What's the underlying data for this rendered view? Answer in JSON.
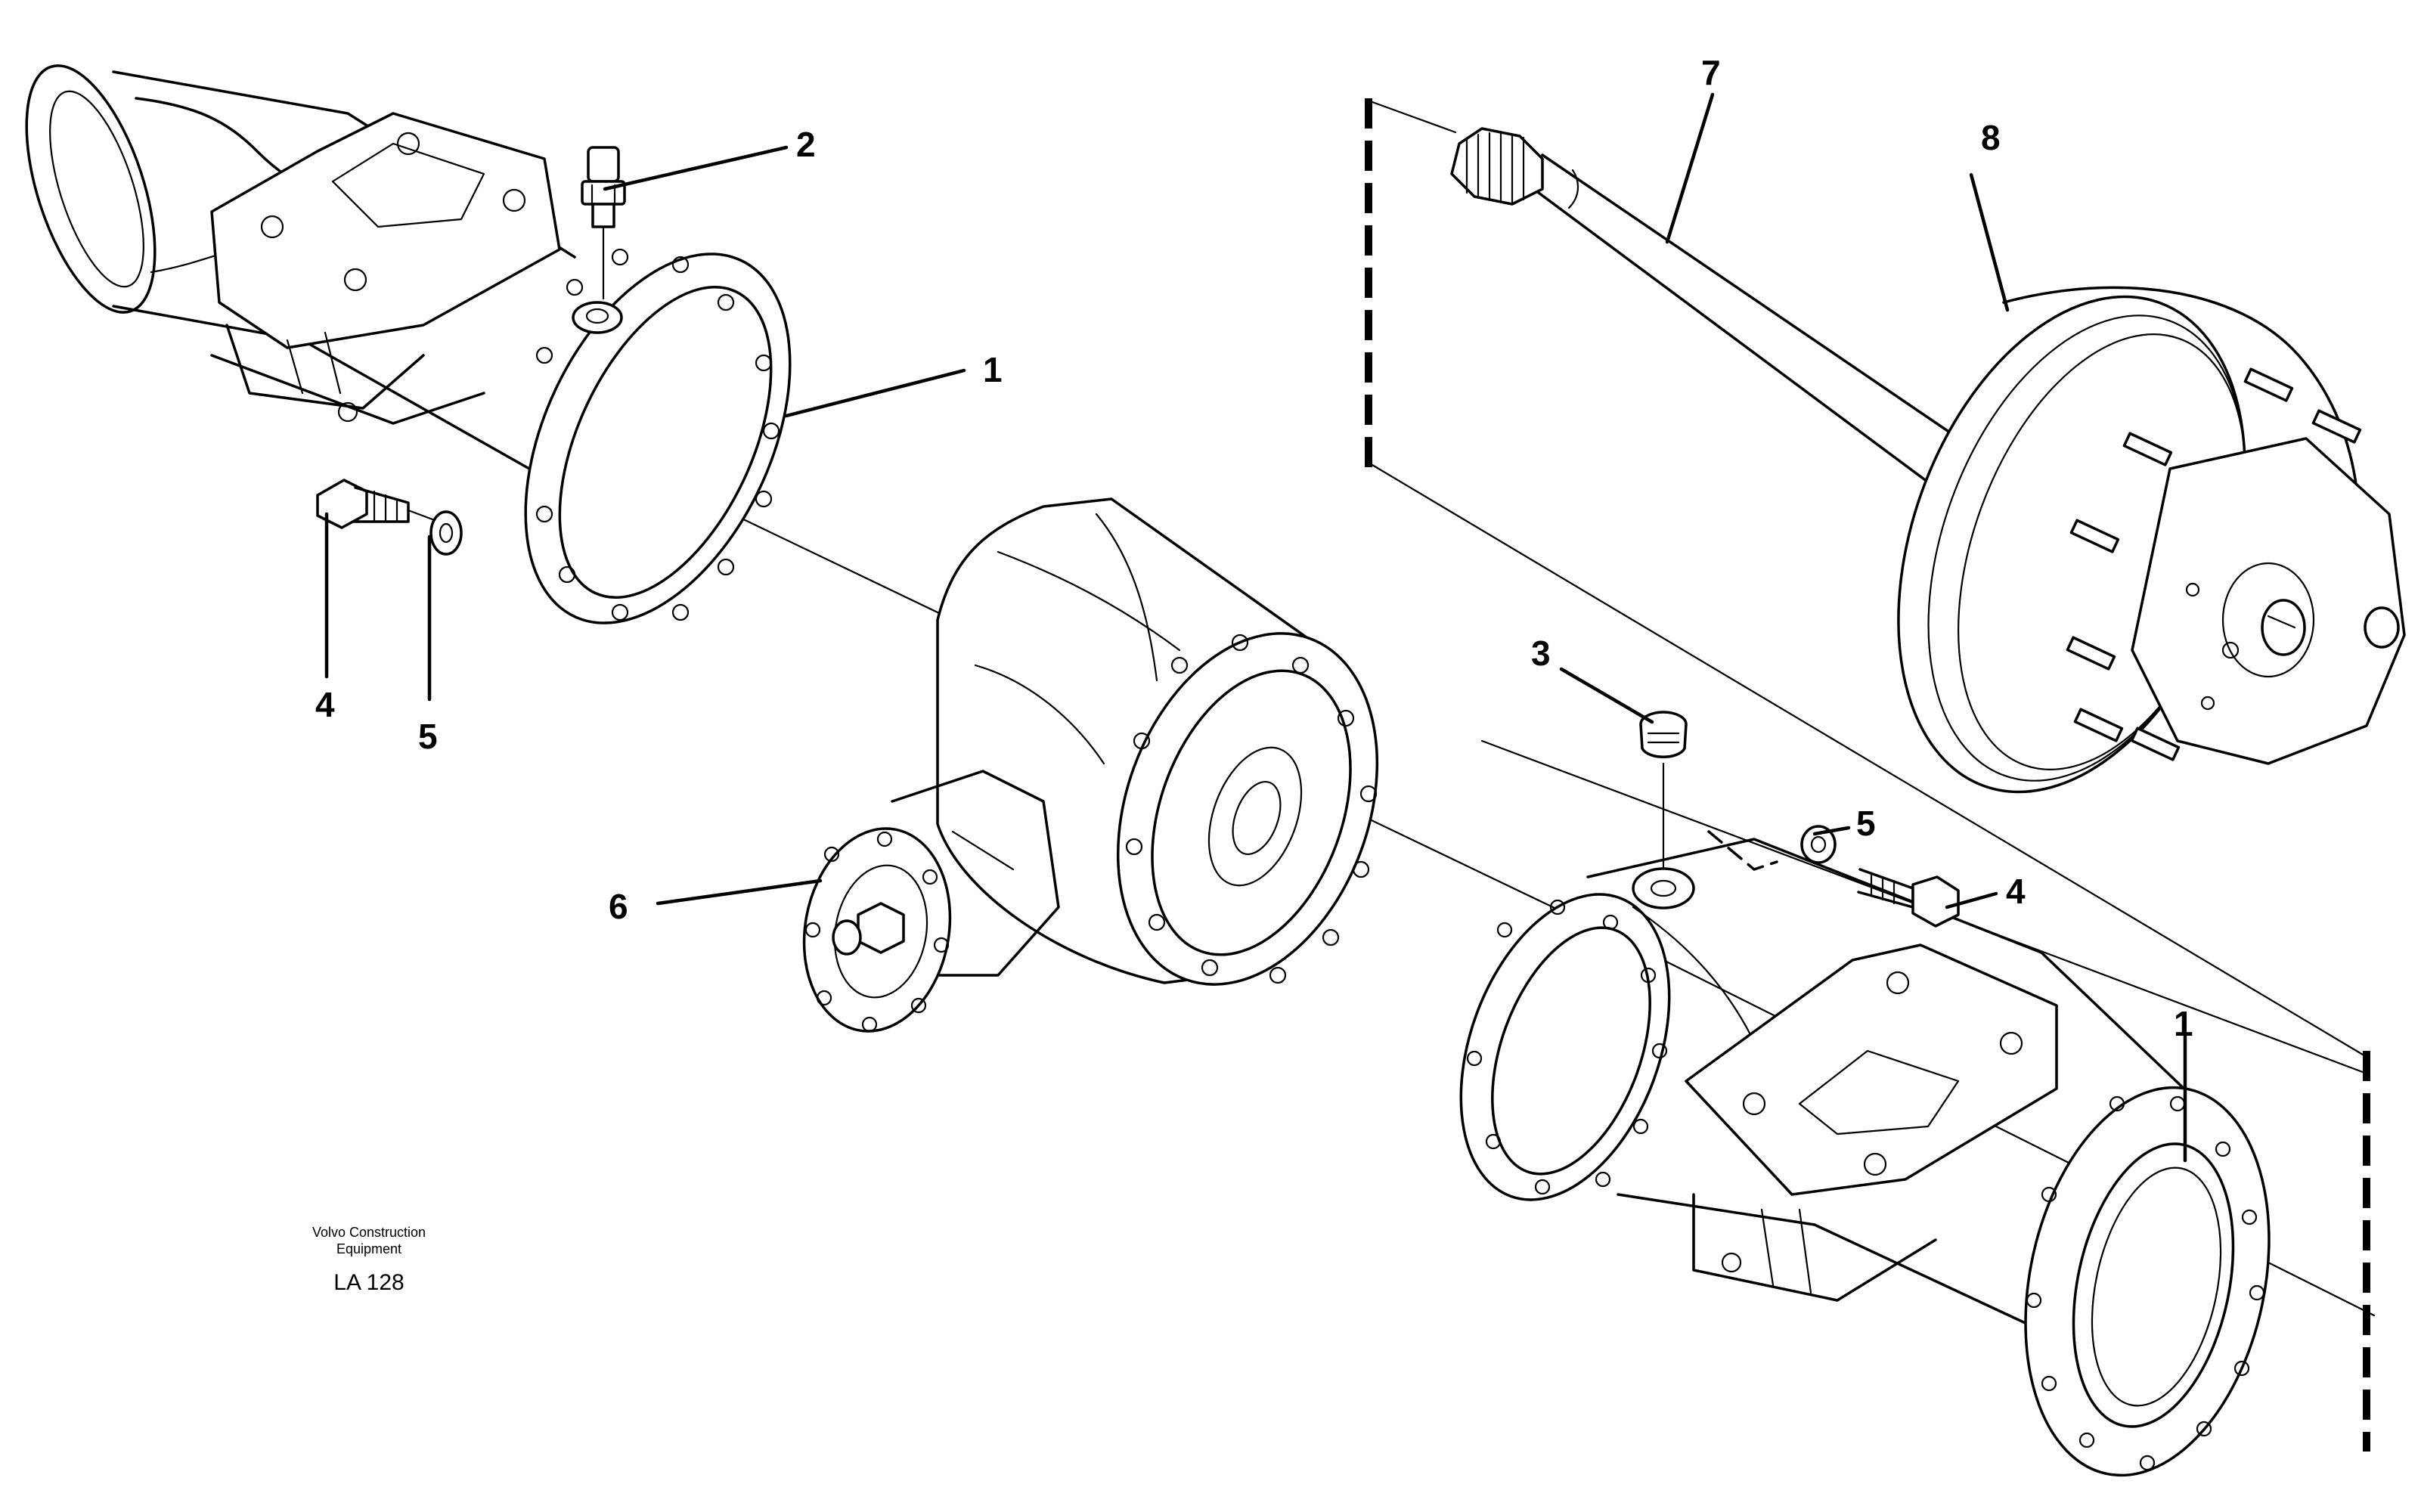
{
  "diagram": {
    "callouts": {
      "c1_left": "1",
      "c1_right": "1",
      "c2": "2",
      "c3": "3",
      "c4_left": "4",
      "c4_right": "4",
      "c5_left": "5",
      "c5_right": "5",
      "c6": "6",
      "c7": "7",
      "c8": "8"
    },
    "footer": {
      "brand_line1": "Volvo Construction",
      "brand_line2": "Equipment",
      "drawing_code": "LA 128"
    }
  }
}
